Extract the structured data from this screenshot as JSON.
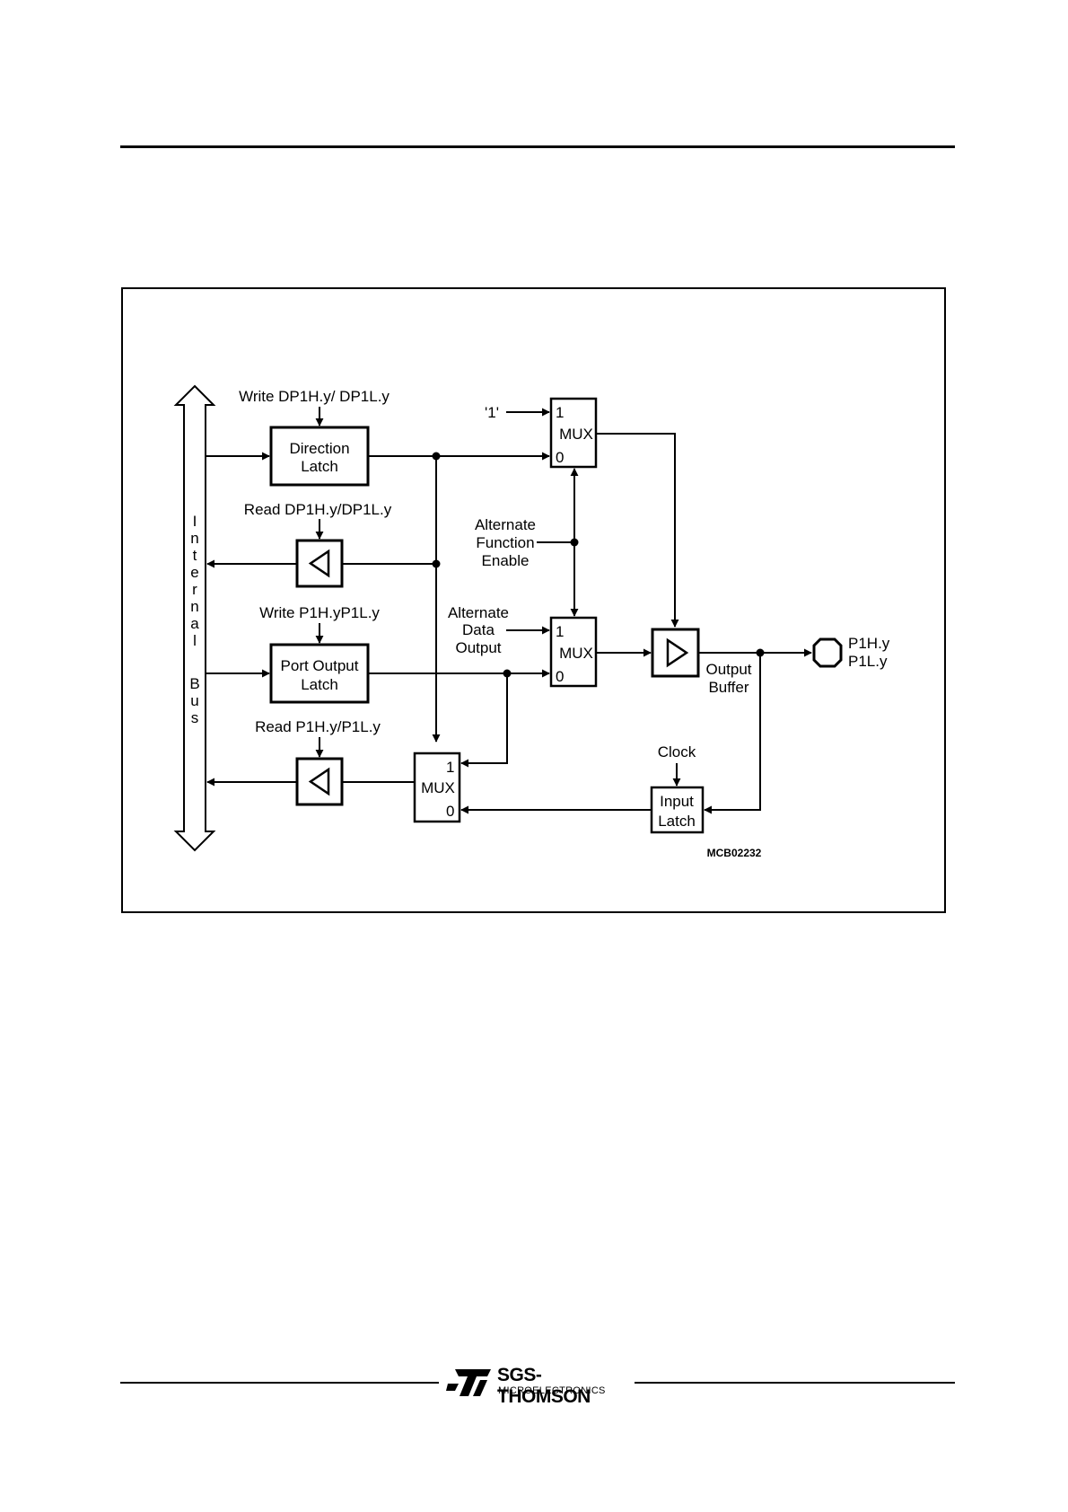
{
  "diagram": {
    "bus_label_letters": [
      "I",
      "n",
      "t",
      "e",
      "r",
      "n",
      "a",
      "l",
      "",
      "B",
      "u",
      "s"
    ],
    "labels": {
      "write_dp": "Write DP1H.y/ DP1L.y",
      "read_dp": "Read DP1H.y/DP1L.y",
      "write_p": "Write P1H.yP1L.y",
      "read_p": "Read P1H.y/P1L.y",
      "one_input": "'1'",
      "alt_fn_enable": [
        "Alternate",
        "Function",
        "Enable"
      ],
      "alt_data_output": [
        "Alternate",
        "Data",
        "Output"
      ],
      "output_buffer": [
        "Output",
        "Buffer"
      ],
      "clock": "Clock",
      "pin": [
        "P1H.y",
        "P1L.y"
      ],
      "figure_code": "MCB02232"
    },
    "boxes": {
      "direction_latch": [
        "Direction",
        "Latch"
      ],
      "port_output_latch": [
        "Port Output",
        "Latch"
      ],
      "input_latch": [
        "Input",
        "Latch"
      ],
      "mux": "MUX",
      "mux_in1": "1",
      "mux_in0": "0"
    }
  },
  "footer": {
    "logo_name": "SGS-THOMSON",
    "logo_sub": "MICROELECTRONICS",
    "logo_mark": "ST"
  }
}
